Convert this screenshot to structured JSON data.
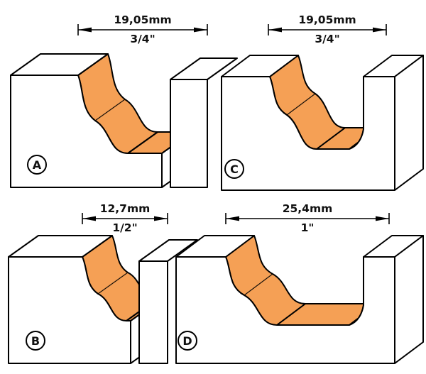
{
  "diagram": {
    "colors": {
      "cut_face": "#f5a055",
      "outline": "#000000",
      "background": "#ffffff"
    },
    "panels": {
      "a": {
        "label": "A",
        "dim_mm": "19,05mm",
        "dim_in": "3/4\""
      },
      "c": {
        "label": "C",
        "dim_mm": "19,05mm",
        "dim_in": "3/4\""
      },
      "b": {
        "label": "B",
        "dim_mm": "12,7mm",
        "dim_in": "1/2\""
      },
      "d": {
        "label": "D",
        "dim_mm": "25,4mm",
        "dim_in": "1\""
      }
    }
  }
}
